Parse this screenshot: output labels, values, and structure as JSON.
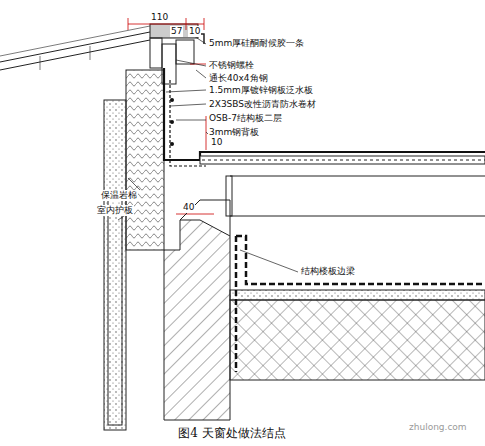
{
  "diagram": {
    "caption": "图4 天窗处做法结点",
    "labels": [
      "110",
      "57",
      "10",
      "5mm厚硅酮耐候胶一条",
      "不锈钢螺栓",
      "通长40x4角钢",
      "1.5mm厚镀锌钢板泛水板",
      "2X3SBS改性沥青防水卷材",
      "OSB-7结构板二层",
      "3mm钢背板",
      "10",
      "保温岩棉",
      "室内护板",
      "40",
      "结构楼板边梁",
      "zhulong.com"
    ]
  }
}
